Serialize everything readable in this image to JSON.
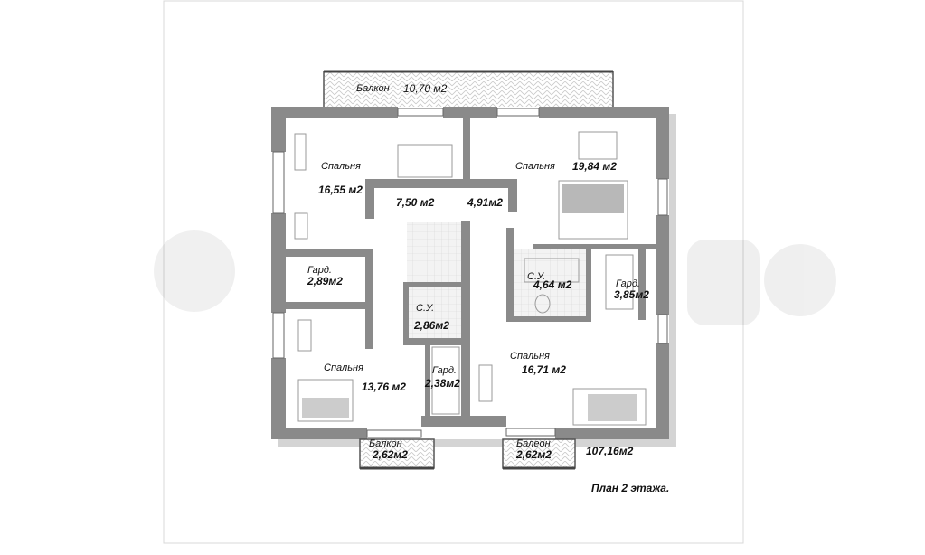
{
  "plan": {
    "title": "План 2 этажа.",
    "total_area": "107,16м2",
    "rooms": {
      "balcony_top": {
        "name": "Балкон",
        "area": "10,70 м2"
      },
      "bedroom_nw": {
        "name": "Спальня",
        "area": "16,55 м2"
      },
      "bedroom_ne": {
        "name": "Спальня",
        "area": "19,84 м2"
      },
      "hall": {
        "area": "7,50 м2"
      },
      "corridor": {
        "area": "4,91м2"
      },
      "wardrobe_w": {
        "name": "Гард.",
        "area": "2,89м2"
      },
      "bath_e": {
        "name": "С.У.",
        "area": "4,64 м2"
      },
      "wardrobe_e": {
        "name": "Гард.",
        "area": "3,85м2"
      },
      "bath_c": {
        "name": "С.У.",
        "area": "2,86м2"
      },
      "bedroom_sw": {
        "name": "Спальня",
        "area": "13,76 м2"
      },
      "wardrobe_c": {
        "name": "Гард.",
        "area": "2,38м2"
      },
      "bedroom_se": {
        "name": "Спальня",
        "area": "16,71 м2"
      },
      "balcony_sw": {
        "name": "Балкон",
        "area": "2,62м2"
      },
      "balcony_se": {
        "name": "Балеон",
        "area": "2,62м2"
      }
    }
  },
  "colors": {
    "wall": "#8a8a8a",
    "wall_shadow": "#c9c9c9",
    "floor": "#ffffff",
    "tile": "#eeeeee",
    "line": "#555555"
  }
}
